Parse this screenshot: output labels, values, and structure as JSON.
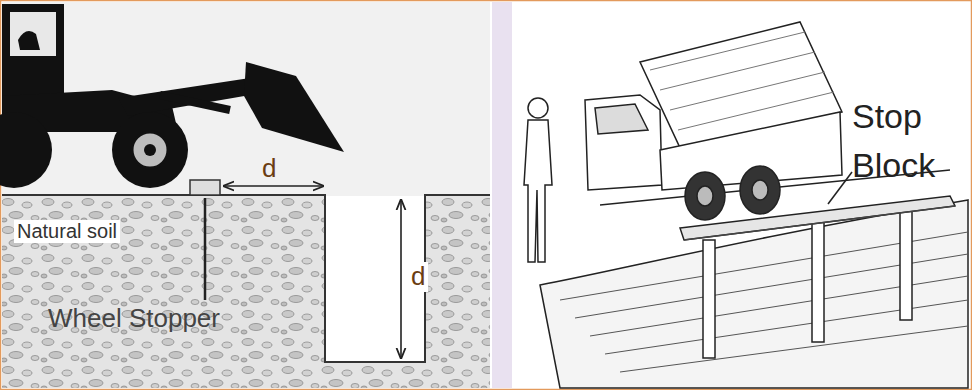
{
  "diagram": {
    "labels": [
      "d",
      "d",
      "Natural soil",
      "Wheel Stopper",
      "Stop Block"
    ]
  }
}
